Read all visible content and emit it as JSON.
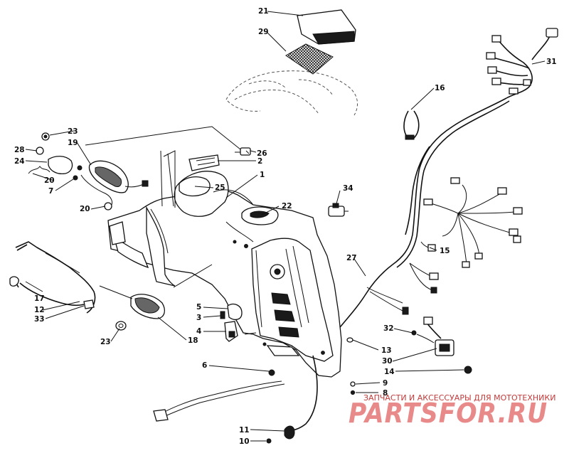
{
  "callouts": [
    {
      "id": "21",
      "label": "21"
    },
    {
      "id": "29",
      "label": "29"
    },
    {
      "id": "31",
      "label": "31"
    },
    {
      "id": "16",
      "label": "16"
    },
    {
      "id": "23a",
      "label": "23"
    },
    {
      "id": "19",
      "label": "19"
    },
    {
      "id": "28",
      "label": "28"
    },
    {
      "id": "24",
      "label": "24"
    },
    {
      "id": "20a",
      "label": "20"
    },
    {
      "id": "7",
      "label": "7"
    },
    {
      "id": "20b",
      "label": "20"
    },
    {
      "id": "26",
      "label": "26"
    },
    {
      "id": "2",
      "label": "2"
    },
    {
      "id": "1",
      "label": "1"
    },
    {
      "id": "25",
      "label": "25"
    },
    {
      "id": "22",
      "label": "22"
    },
    {
      "id": "34",
      "label": "34"
    },
    {
      "id": "15",
      "label": "15"
    },
    {
      "id": "27",
      "label": "27"
    },
    {
      "id": "17",
      "label": "17"
    },
    {
      "id": "12",
      "label": "12"
    },
    {
      "id": "33",
      "label": "33"
    },
    {
      "id": "5",
      "label": "5"
    },
    {
      "id": "3",
      "label": "3"
    },
    {
      "id": "4",
      "label": "4"
    },
    {
      "id": "23b",
      "label": "23"
    },
    {
      "id": "18",
      "label": "18"
    },
    {
      "id": "32",
      "label": "32"
    },
    {
      "id": "13",
      "label": "13"
    },
    {
      "id": "30",
      "label": "30"
    },
    {
      "id": "14",
      "label": "14"
    },
    {
      "id": "6",
      "label": "6"
    },
    {
      "id": "9",
      "label": "9"
    },
    {
      "id": "8",
      "label": "8"
    },
    {
      "id": "11",
      "label": "11"
    },
    {
      "id": "10",
      "label": "10"
    }
  ],
  "watermark": {
    "caption": "ЗАПЧАСТИ И АКСЕССУАРЫ ДЛЯ МОТОТЕХНИКИ",
    "logo": "PARTSFOR.RU"
  }
}
